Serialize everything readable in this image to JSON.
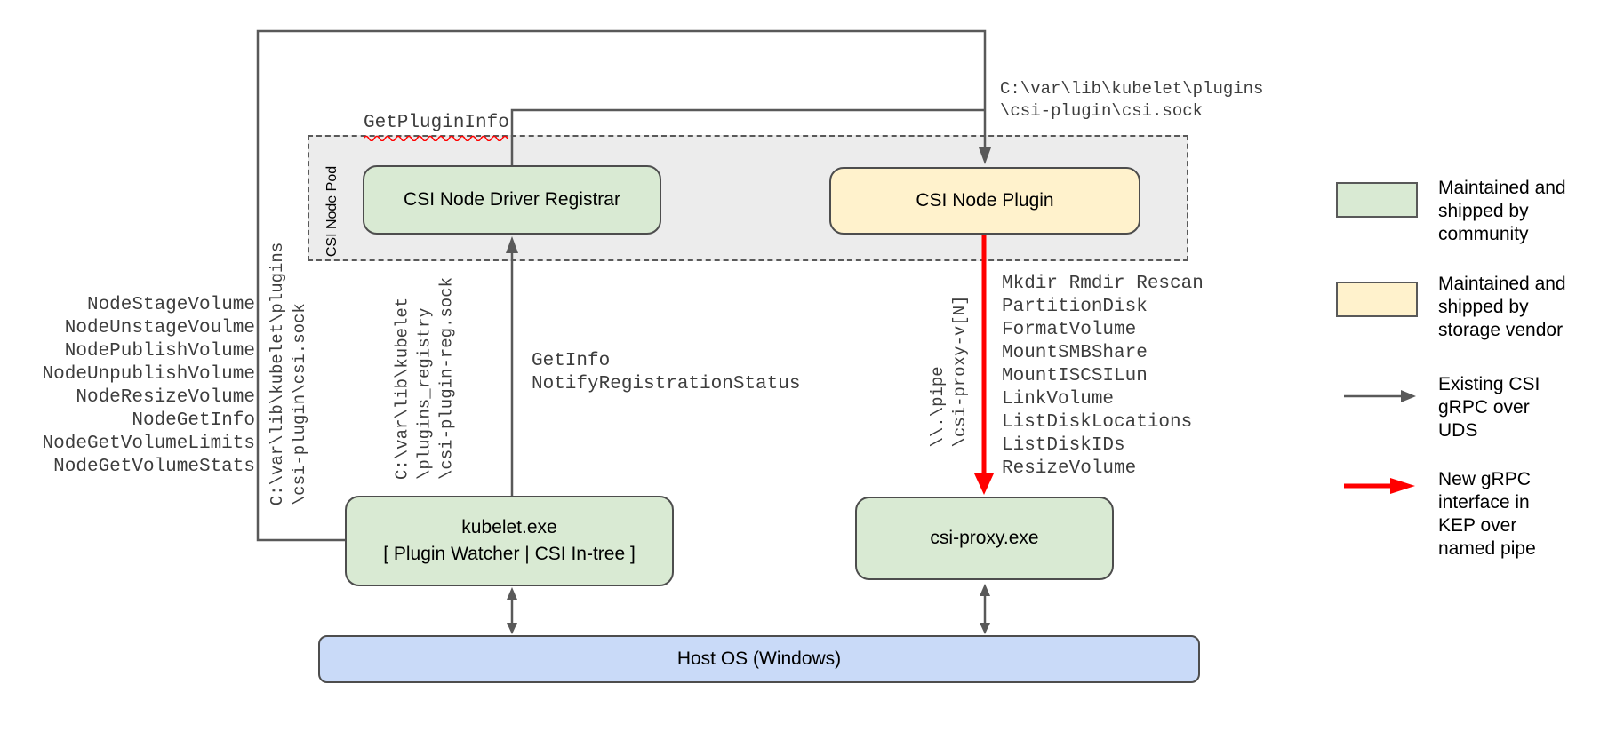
{
  "diagram": {
    "pod": {
      "label": "CSI Node Pod"
    },
    "boxes": {
      "registrar": {
        "label": "CSI Node Driver Registrar"
      },
      "plugin": {
        "label": "CSI Node Plugin"
      },
      "kubelet": {
        "line1": "kubelet.exe",
        "line2": "[ Plugin Watcher | CSI In-tree ]"
      },
      "csi_proxy": {
        "label": "csi-proxy.exe"
      },
      "host_os": {
        "label": "Host OS (Windows)"
      }
    },
    "labels": {
      "get_plugin_info": "GetPluginInfo",
      "plugin_sock_top": "C:\\var\\lib\\kubelet\\plugins\n\\csi-plugin\\csi.sock",
      "plugin_sock_vertical": "C:\\var\\lib\\kubelet\\plugins\n\\csi-plugin\\csi.sock",
      "registry_sock_vertical": "C:\\var\\lib\\kubelet\n\\plugins_registry\n\\csi-plugin-reg.sock",
      "named_pipe_vertical": "\\\\.\\pipe\n\\csi-proxy-v[N]",
      "node_methods": "NodeStageVolume\nNodeUnstageVoulme\nNodePublishVolume\nNodeUnpublishVolume\nNodeResizeVolume\nNodeGetInfo\nNodeGetVolumeLimits\nNodeGetVolumeStats",
      "registration_methods": "GetInfo\nNotifyRegistrationStatus",
      "proxy_methods": "Mkdir Rmdir Rescan\nPartitionDisk\nFormatVolume\nMountSMBShare\nMountISCSILun\nLinkVolume\nListDiskLocations\nListDiskIDs\nResizeVolume"
    }
  },
  "legend": {
    "community": "Maintained and\nshipped by\ncommunity",
    "vendor": "Maintained and\nshipped by\nstorage vendor",
    "uds": "Existing CSI\ngRPC over\nUDS",
    "pipe": "New gRPC\ninterface in\nKEP over\nnamed pipe"
  },
  "colors": {
    "community_green": "#d9ead3",
    "vendor_yellow": "#fff2cc",
    "host_blue": "#c9daf8",
    "pod_gray": "#ececec",
    "line_gray": "#595959",
    "new_interface_red": "#ff0000",
    "squiggle_red": "#ff0000"
  }
}
